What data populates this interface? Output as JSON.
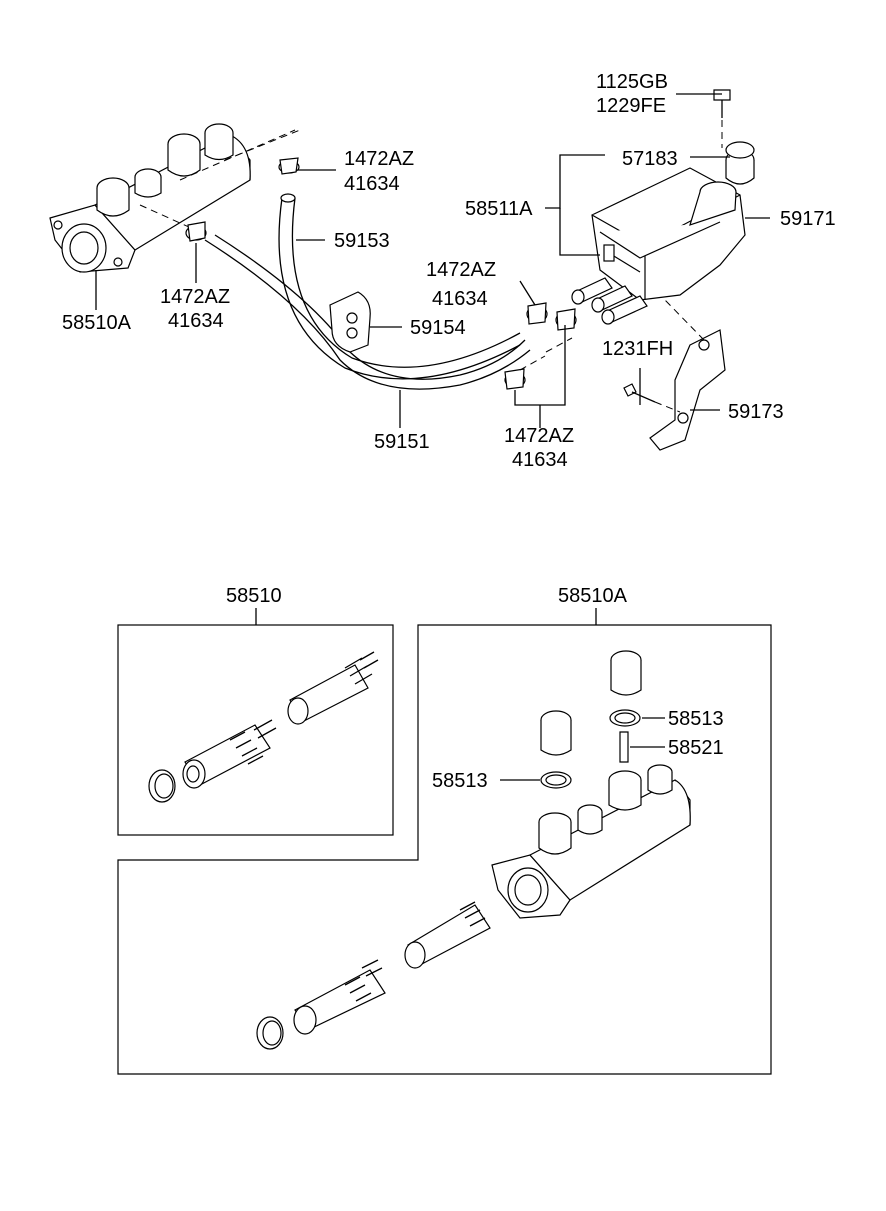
{
  "labels": {
    "l_1125gb": "1125GB",
    "l_1229fe": "1229FE",
    "l_57183": "57183",
    "l_1472az_top": "1472AZ",
    "l_41634_top": "41634",
    "l_58511a": "58511A",
    "l_59171": "59171",
    "l_59153": "59153",
    "l_1472az_mid": "1472AZ",
    "l_41634_mid": "41634",
    "l_1472az_left": "1472AZ",
    "l_41634_left": "41634",
    "l_58510a_top": "58510A",
    "l_59154": "59154",
    "l_1231fh": "1231FH",
    "l_59173": "59173",
    "l_59151": "59151",
    "l_1472az_bot": "1472AZ",
    "l_41634_bot": "41634",
    "l_58510": "58510",
    "l_58510a_box": "58510A",
    "l_58513_right": "58513",
    "l_58521": "58521",
    "l_58513_left": "58513"
  }
}
